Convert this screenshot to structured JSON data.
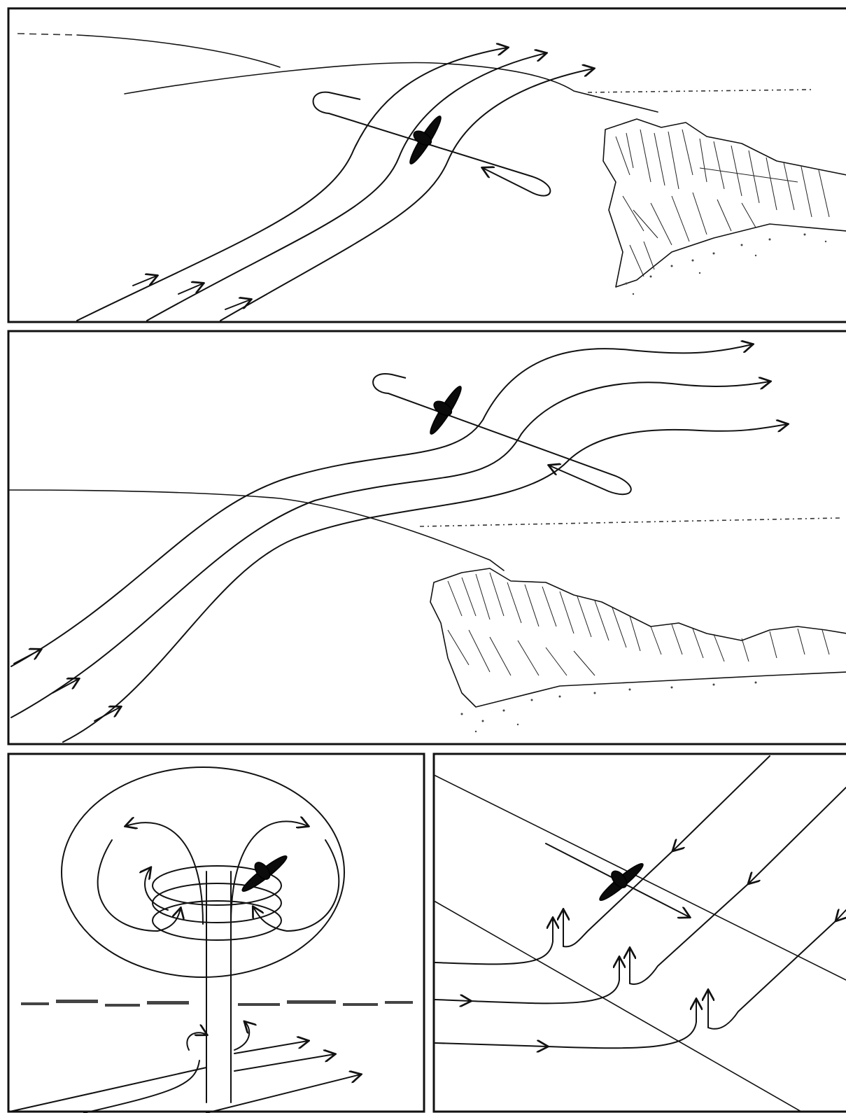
{
  "figure": {
    "panels": [
      {
        "id": "ridge-lift-low",
        "elements": [
          "wind-streamlines",
          "ridge",
          "soaring-bird",
          "figure-eight-path"
        ]
      },
      {
        "id": "ridge-lift-high",
        "elements": [
          "wind-streamlines",
          "ridge",
          "soaring-bird",
          "figure-eight-path"
        ]
      },
      {
        "id": "thermal-bubble",
        "elements": [
          "thermal-vortex-ring",
          "rising-column",
          "soaring-bird"
        ]
      },
      {
        "id": "thermal-street",
        "elements": [
          "converging-air",
          "rising-air",
          "soaring-bird"
        ]
      }
    ],
    "stroke_color": "#111111",
    "background_color": "#ffffff"
  }
}
